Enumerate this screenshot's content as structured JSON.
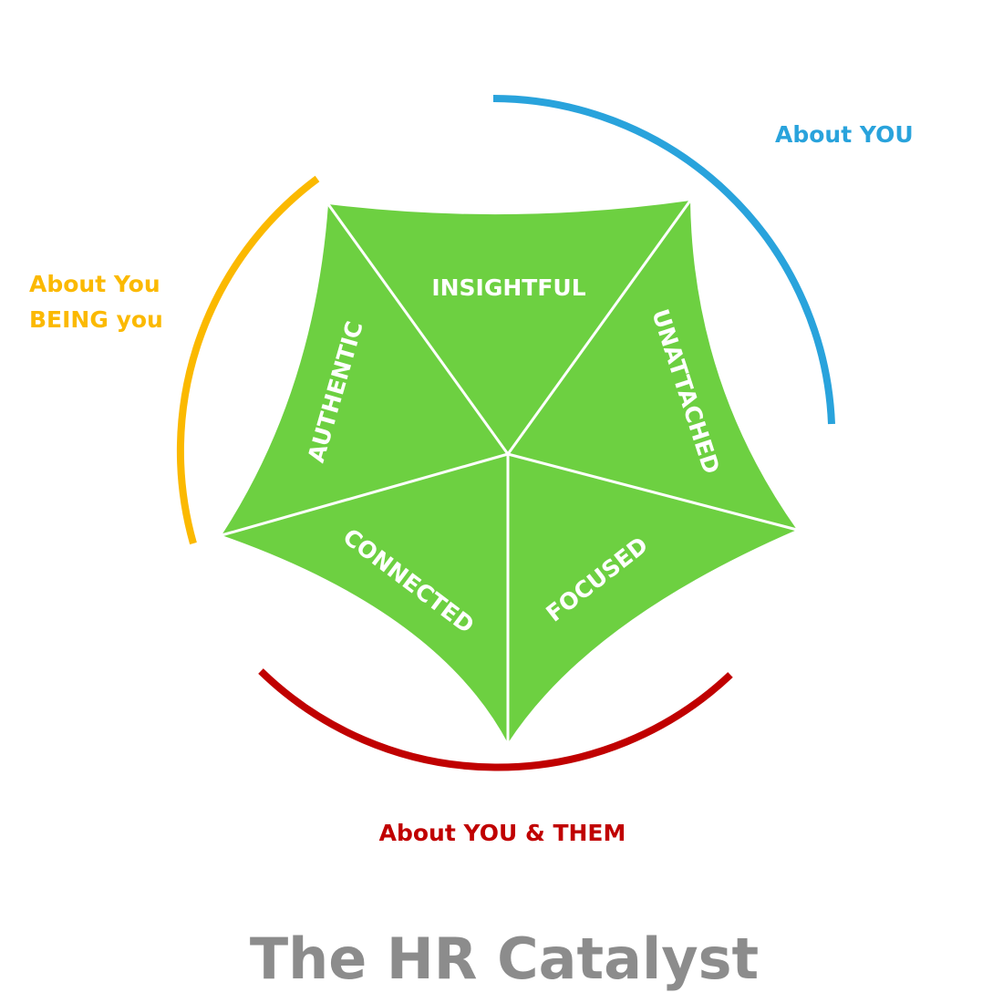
{
  "segments": {
    "insightful": "INSIGHTFUL",
    "unattached": "UNATTACHED",
    "focused": "FOCUSED",
    "connected": "CONNECTED",
    "authentic": "AUTHENTIC"
  },
  "groups": {
    "about_you": "About YOU",
    "about_you_being_you_line1": "About You",
    "about_you_being_you_line2": "BEING you",
    "about_you_and_them": "About YOU & THEM"
  },
  "brand": "The HR Catalyst",
  "colors": {
    "shape_fill": "#6dd041",
    "divider": "#ffffff",
    "about_you": "#29a3dc",
    "about_you_being_you": "#fbb900",
    "about_you_and_them": "#c00000",
    "brand": "#8c8c8c"
  }
}
